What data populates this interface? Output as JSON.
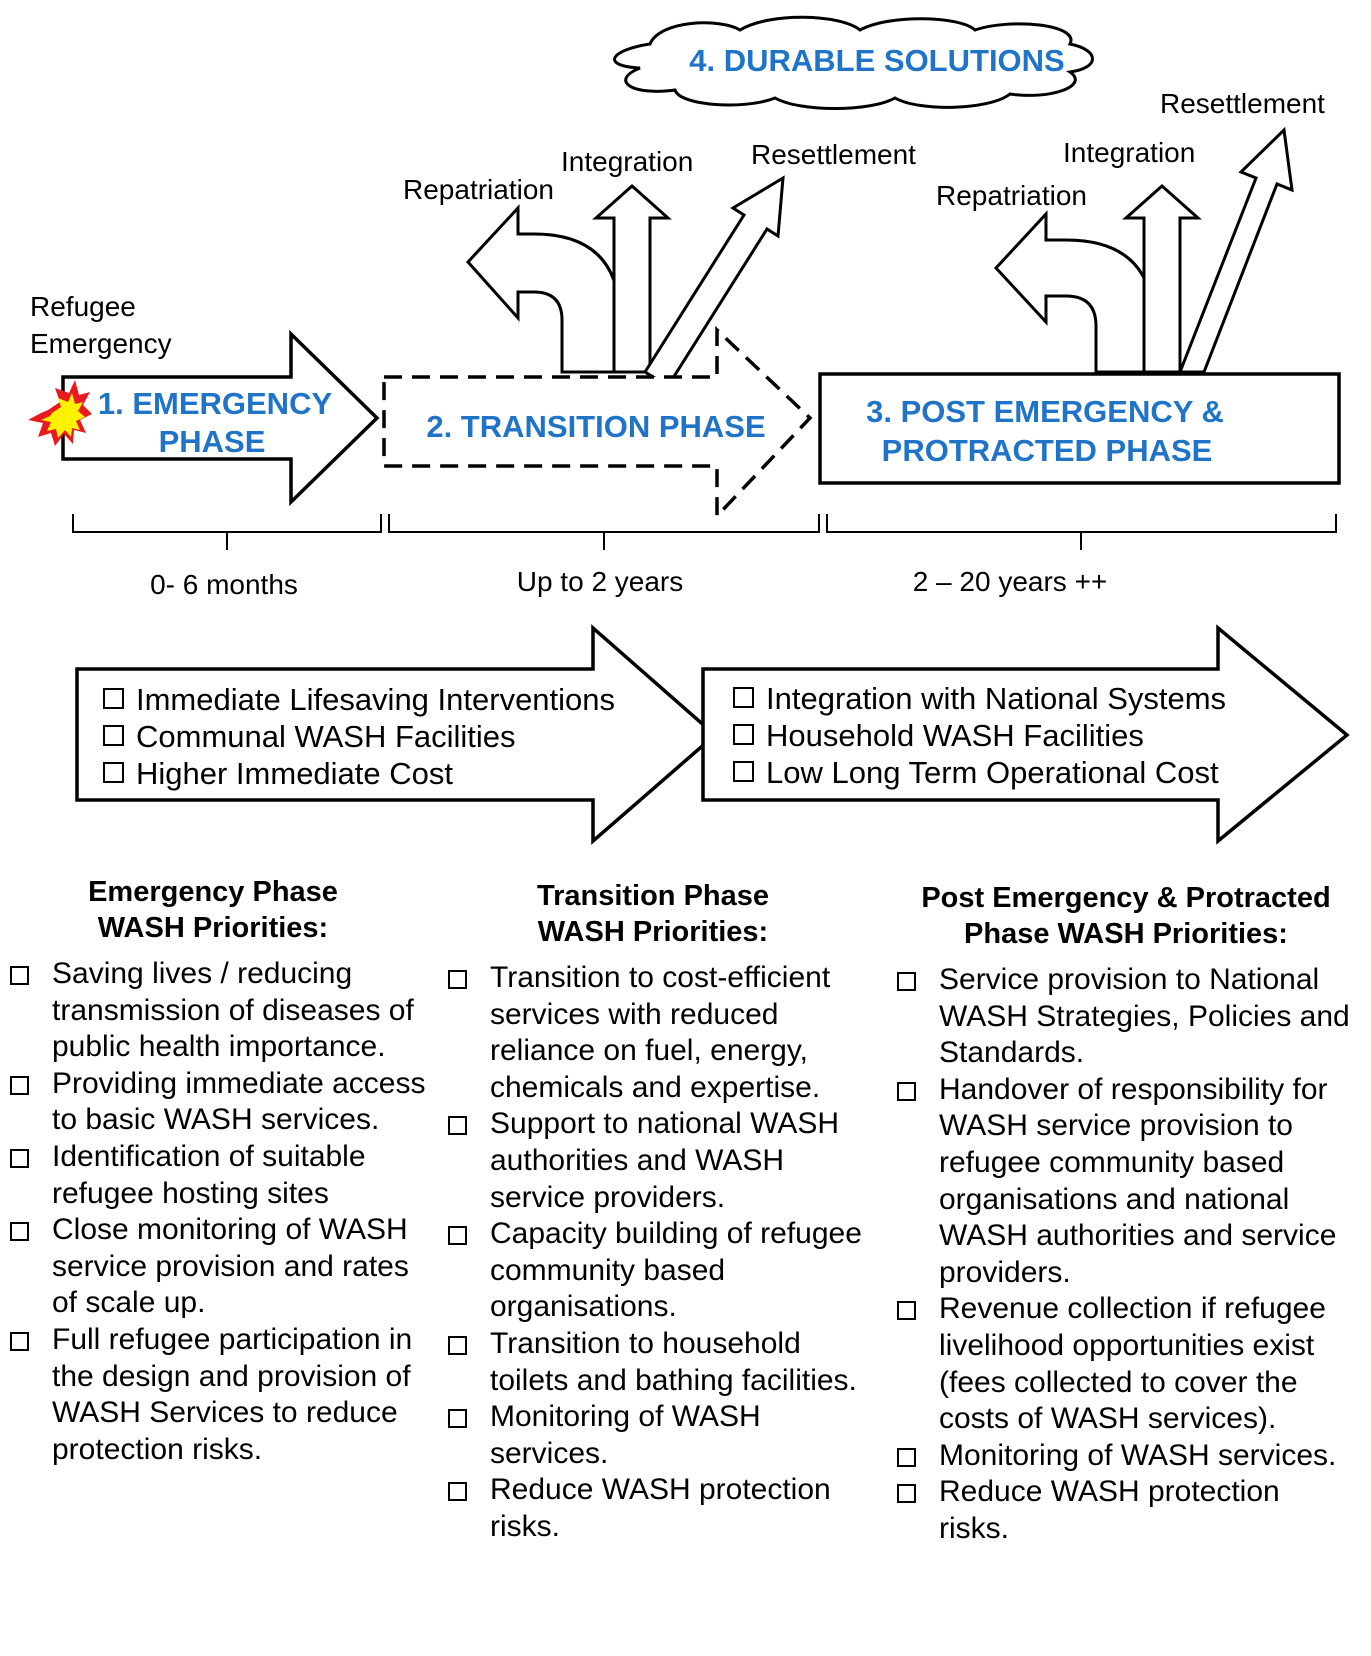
{
  "durable_solutions": {
    "label": "4. DURABLE SOLUTIONS"
  },
  "transition_outcomes": {
    "repatriation": "Repatriation",
    "integration": "Integration",
    "resettlement": "Resettlement"
  },
  "protracted_outcomes": {
    "repatriation": "Repatriation",
    "integration": "Integration",
    "resettlement": "Resettlement"
  },
  "refugee_emergency": {
    "line1": "Refugee",
    "line2": "Emergency"
  },
  "phases": {
    "emergency": {
      "line1": "1. EMERGENCY",
      "line2": "PHASE"
    },
    "transition": {
      "label": "2. TRANSITION PHASE"
    },
    "post": {
      "line1": "3. POST EMERGENCY &",
      "line2": "PROTRACTED PHASE"
    }
  },
  "durations": {
    "emergency": "0- 6 months",
    "transition": "Up to 2 years",
    "post": "2 – 20 years ++"
  },
  "left_arrow_items": [
    "Immediate Lifesaving Interventions",
    "Communal WASH Facilities",
    "Higher Immediate Cost"
  ],
  "right_arrow_items": [
    "Integration with National Systems",
    "Household WASH Facilities",
    "Low Long Term Operational Cost"
  ],
  "columns": {
    "emergency": {
      "title_line1": "Emergency Phase",
      "title_line2": "WASH Priorities:",
      "items": [
        "Saving lives / reducing transmission of diseases of public health importance.",
        "Providing immediate access to basic WASH services.",
        "Identification of suitable refugee hosting sites",
        "Close monitoring of WASH service provision and rates of scale up.",
        "Full refugee participation in the design and provision of WASH Services to reduce protection risks."
      ]
    },
    "transition": {
      "title_line1": "Transition Phase",
      "title_line2": "WASH Priorities:",
      "items": [
        "Transition to cost-efficient services with reduced reliance on fuel, energy, chemicals and expertise.",
        "Support to national WASH authorities and WASH service providers.",
        "Capacity building of refugee community based organisations.",
        "Transition to household toilets and bathing facilities.",
        "Monitoring of WASH services.",
        "Reduce WASH protection risks."
      ]
    },
    "post": {
      "title_line1": "Post Emergency & Protracted",
      "title_line2": "Phase WASH Priorities:",
      "items": [
        "Service provision to National WASH Strategies, Policies and Standards.",
        "Handover of responsibility for WASH service provision to refugee community based organisations and national WASH authorities and service providers.",
        "Revenue collection if refugee livelihood opportunities exist (fees collected to cover the costs of WASH services).",
        "Monitoring of WASH services.",
        "Reduce WASH protection risks."
      ]
    }
  },
  "colors": {
    "phase_text": "#1f74c8",
    "burst_outer": "#e8191f",
    "burst_inner": "#fff200"
  }
}
